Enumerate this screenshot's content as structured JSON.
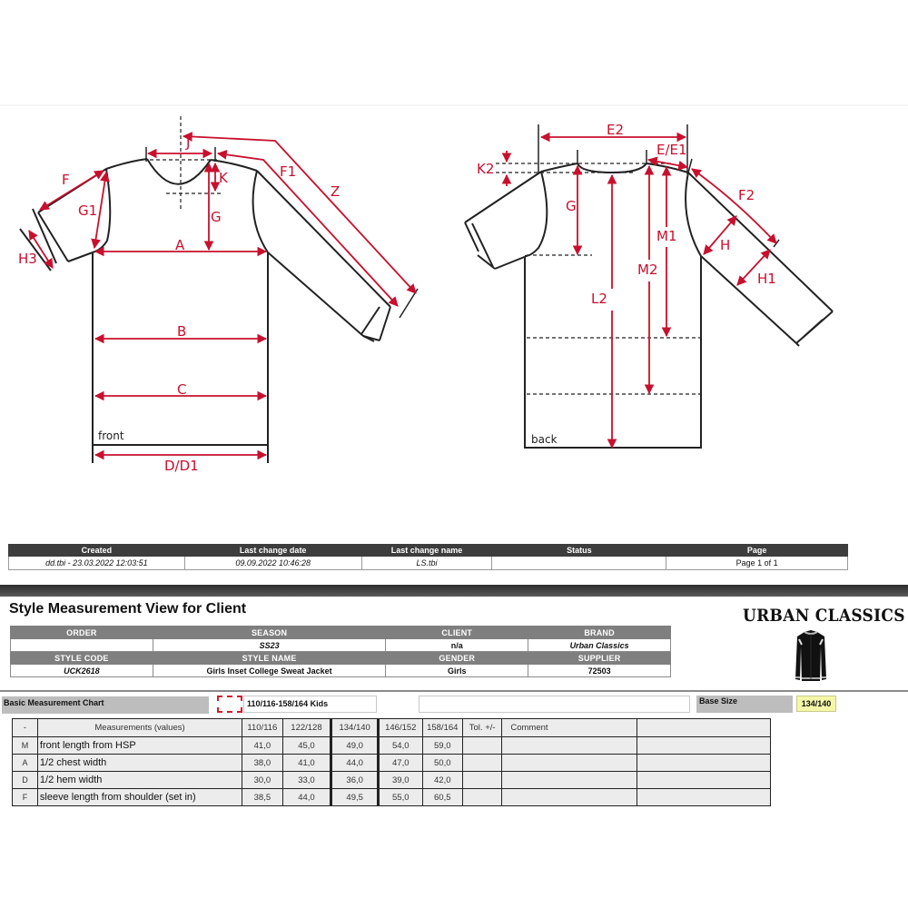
{
  "diagram": {
    "front": {
      "label": "front",
      "labels": [
        "J",
        "F",
        "F1",
        "Z",
        "K",
        "G1",
        "G",
        "H3",
        "A",
        "B",
        "C",
        "D/D1"
      ]
    },
    "back": {
      "label": "back",
      "labels": [
        "E2",
        "E/E1",
        "K2",
        "G",
        "F2",
        "M1",
        "H",
        "H1",
        "M2",
        "L2"
      ]
    },
    "colors": {
      "measure": "#c8102e",
      "outline": "#222222"
    }
  },
  "info_footer": {
    "headers": [
      "Created",
      "Last change date",
      "Last change name",
      "Status",
      "Page"
    ],
    "values": [
      "dd.tbi - 23.03.2022 12:03:51",
      "09.09.2022 10:46:28",
      "LS.tbi",
      "",
      "Page 1 of 1"
    ]
  },
  "document": {
    "title": "Style Measurement View for Client",
    "brand_logo": "URBAN CLASSICS",
    "product_image": "jacket-thumbnail"
  },
  "style_info": {
    "row1_headers": [
      "ORDER",
      "SEASON",
      "CLIENT",
      "BRAND"
    ],
    "row1_values": [
      "",
      "SS23",
      "n/a",
      "Urban Classics"
    ],
    "row2_headers": [
      "STYLE CODE",
      "STYLE NAME",
      "GENDER",
      "SUPPLIER"
    ],
    "row2_values": [
      "UCK2618",
      "Girls Inset College Sweat Jacket",
      "Girls",
      "72503"
    ]
  },
  "measurement_chart": {
    "label": "Basic Measurement Chart",
    "size_range": "110/116-158/164 Kids",
    "base_size_label": "Base Size",
    "base_size_value": "134/140",
    "columns": [
      "-",
      "Measurements (values)",
      "110/116",
      "122/128",
      "134/140",
      "146/152",
      "158/164",
      "Tol. +/-",
      "Comment",
      ""
    ],
    "rows": [
      {
        "code": "M",
        "desc": "front length from HSP",
        "values": [
          "41,0",
          "45,0",
          "49,0",
          "54,0",
          "59,0"
        ],
        "tol": "",
        "comment": "",
        "extra": ""
      },
      {
        "code": "A",
        "desc": "1/2 chest width",
        "values": [
          "38,0",
          "41,0",
          "44,0",
          "47,0",
          "50,0"
        ],
        "tol": "",
        "comment": "",
        "extra": ""
      },
      {
        "code": "D",
        "desc": "1/2 hem width",
        "values": [
          "30,0",
          "33,0",
          "36,0",
          "39,0",
          "42,0"
        ],
        "tol": "",
        "comment": "",
        "extra": ""
      },
      {
        "code": "F",
        "desc": "sleeve length from shoulder (set in)",
        "values": [
          "38,5",
          "44,0",
          "49,5",
          "55,0",
          "60,5"
        ],
        "tol": "",
        "comment": "",
        "extra": ""
      }
    ]
  }
}
